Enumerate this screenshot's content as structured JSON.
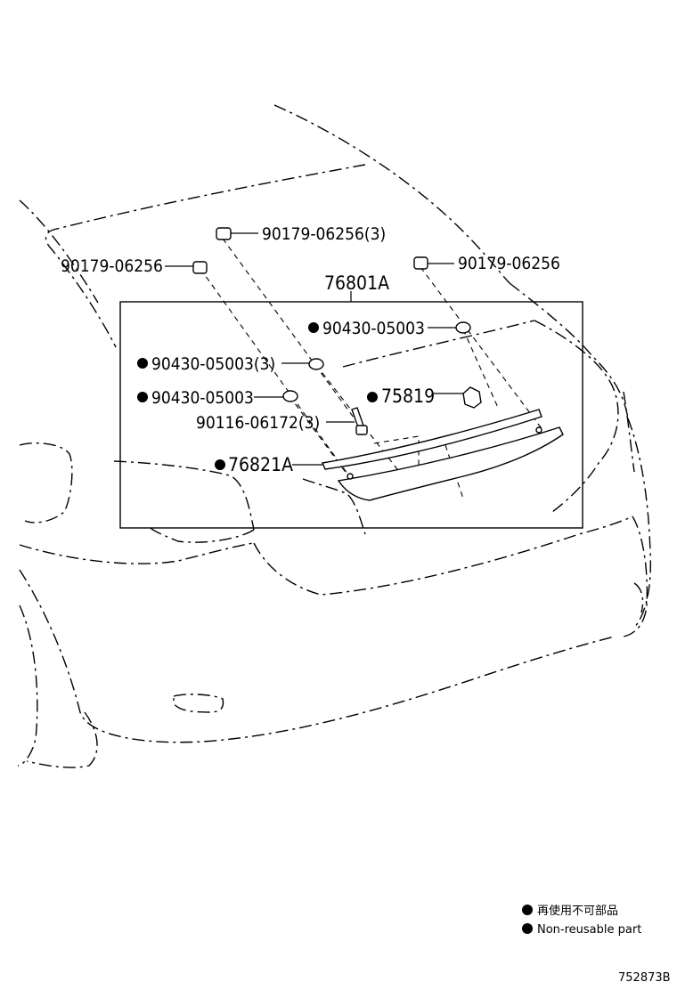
{
  "callouts": {
    "nut_top": "90179-06256(3)",
    "nut_left": "90179-06256",
    "nut_right": "90179-06256",
    "assembly": "76801A",
    "clip_right": "90430-05003",
    "clip_left_qty": "90430-05003(3)",
    "clip_left": "90430-05003",
    "clip_75819": "75819",
    "bolt": "90116-06172(3)",
    "moulding": "76821A"
  },
  "legend": {
    "japanese": "再使用不可部品",
    "english": "Non-reusable part"
  },
  "figure_number": "752873B"
}
